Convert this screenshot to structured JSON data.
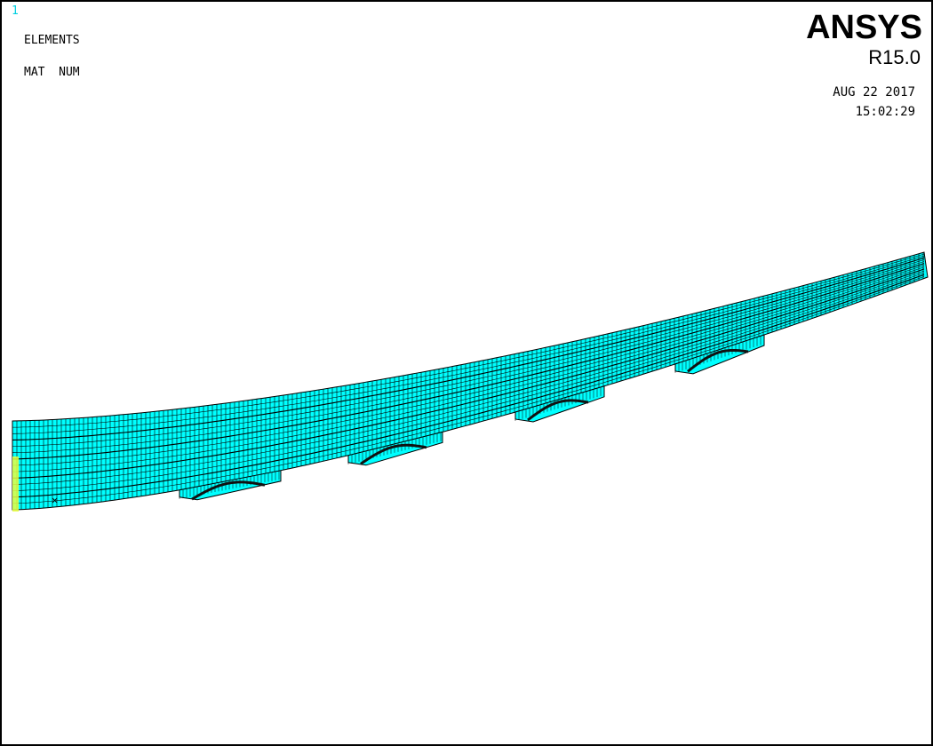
{
  "window": {
    "number": "1",
    "plot_type": "ELEMENTS",
    "numbering": "MAT  NUM"
  },
  "branding": {
    "product": "ANSYS",
    "release": "R15.0"
  },
  "timestamp": {
    "date": "AUG 22 2017",
    "time": "15:02:29"
  },
  "colors": {
    "mesh_fill": "#00ffff",
    "mesh_lines": "#000000",
    "boundary_marker": "#e8ff40",
    "background": "#ffffff"
  }
}
